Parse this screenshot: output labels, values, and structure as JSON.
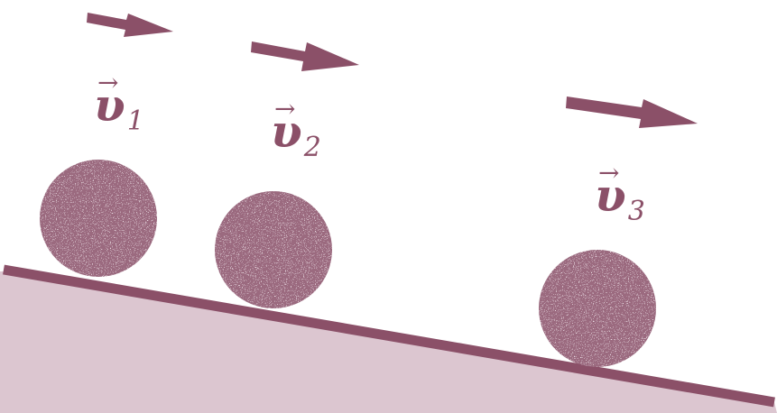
{
  "colors": {
    "accent": "#8b5068",
    "ball_fill": "#9b6a7f",
    "ball_speckle": "#e9dbe2",
    "slope_fill": "#dcc6d0",
    "slope_line": "#8b5068",
    "background": "#ffffff"
  },
  "velocities": [
    {
      "symbol": "υ",
      "subscript": "1"
    },
    {
      "symbol": "υ",
      "subscript": "2"
    },
    {
      "symbol": "υ",
      "subscript": "3"
    }
  ],
  "icons": {
    "vector_arrow": "→",
    "velocity_arrow": "velocity-arrow-icon",
    "ball": "ball-icon"
  }
}
